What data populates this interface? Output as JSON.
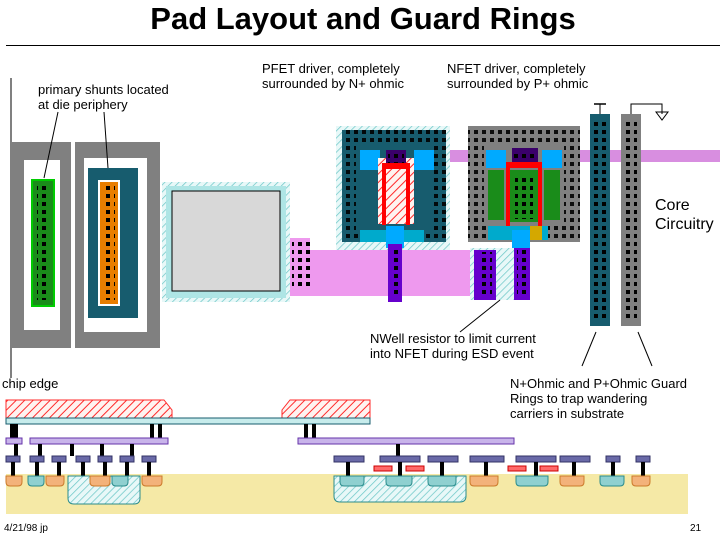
{
  "title": "Pad Layout and Guard Rings",
  "labels": {
    "primary_shunts_l1": "primary shunts located",
    "primary_shunts_l2": "at die periphery",
    "pfet_l1": "PFET driver, completely",
    "pfet_l2": "surrounded by N+ ohmic",
    "nfet_l1": "NFET driver, completely",
    "nfet_l2": "surrounded by P+ ohmic",
    "core_l1": "Core",
    "core_l2": "Circuitry",
    "nwell_l1": "NWell resistor to limit current",
    "nwell_l2": "into NFET during ESD event",
    "chip_edge": "chip edge",
    "guard_l1": "N+Ohmic and P+Ohmic Guard",
    "guard_l2": "Rings to trap wandering",
    "guard_l3": "carriers in substrate"
  },
  "footer": {
    "date": "4/21/98  jp",
    "page": "21"
  },
  "colors": {
    "metal_gray": "#808080",
    "nwell_teal": "#175c6e",
    "diffusion_green": "#1a8c1a",
    "poly_red": "#ff0000",
    "contact_blue": "#00aaff",
    "nwell_resistor_purple": "#6600cc",
    "metal2_pink": "#ee99ee",
    "substrate_yellow": "#f5e9a6",
    "dark_navy": "#1a1a66",
    "orange": "#e87d00"
  }
}
